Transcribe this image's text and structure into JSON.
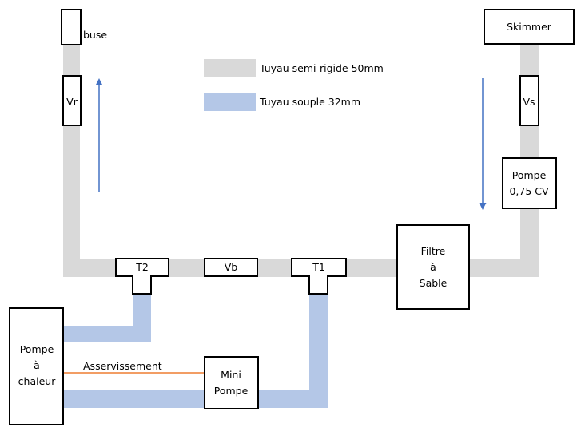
{
  "colors": {
    "pipe_rigid": "#d9d9d9",
    "pipe_flexible": "#b4c7e7",
    "arrow": "#4472c4",
    "control_line": "#ed7d31",
    "box_stroke": "#000000",
    "background": "#ffffff"
  },
  "legend": {
    "rigid_label": "Tuyau semi-rigide 50mm",
    "flexible_label": "Tuyau souple 32mm"
  },
  "components": {
    "buse": "buse",
    "skimmer": "Skimmer",
    "vr": "Vr",
    "vs": "Vs",
    "pompe_line1": "Pompe",
    "pompe_line2": "0,75 CV",
    "filtre_line1": "Filtre",
    "filtre_line2": "à",
    "filtre_line3": "Sable",
    "t1": "T1",
    "t2": "T2",
    "vb": "Vb",
    "pac_line1": "Pompe",
    "pac_line2": "à",
    "pac_line3": "chaleur",
    "mini_line1": "Mini",
    "mini_line2": "Pompe"
  },
  "control_link_label": "Asservissement"
}
